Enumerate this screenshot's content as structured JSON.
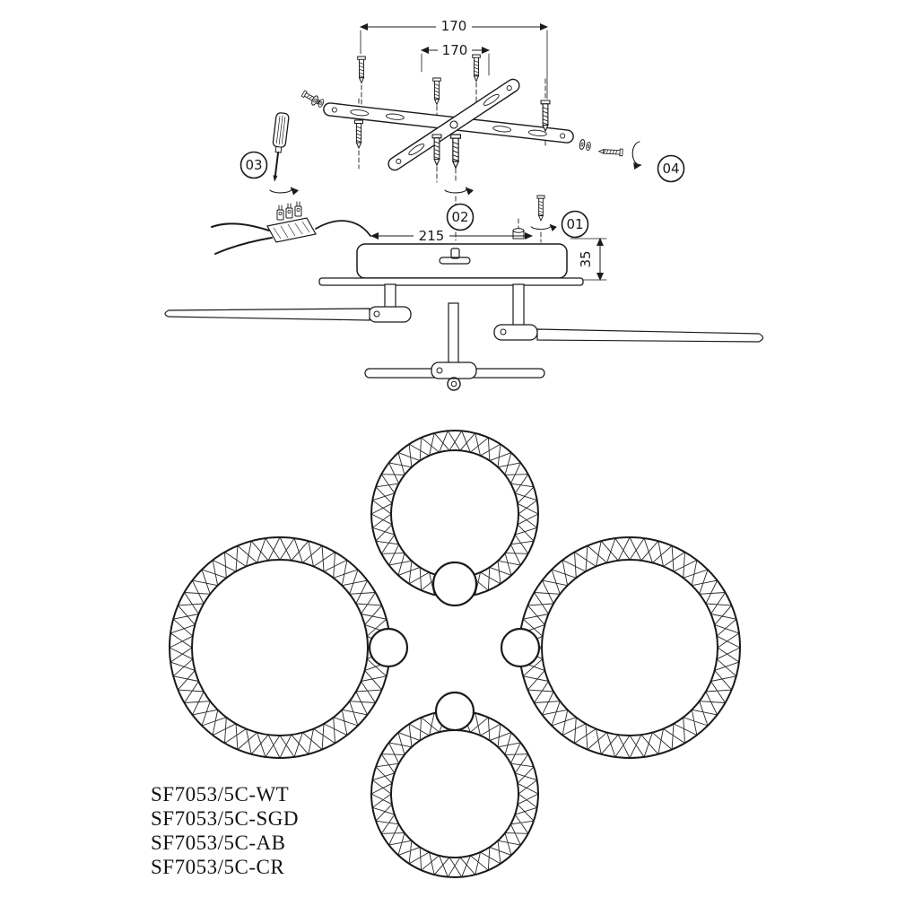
{
  "diagram": {
    "dimensions": {
      "bracket_width": "170",
      "bracket_inner": "170",
      "base_width": "215",
      "base_height": "35"
    },
    "callouts": {
      "c01": "01",
      "c02": "02",
      "c03": "03",
      "c04": "04"
    }
  },
  "models": {
    "line1": "SF7053/5C-WT",
    "line2": "SF7053/5C-SGD",
    "line3": "SF7053/5C-AB",
    "line4": "SF7053/5C-CR"
  },
  "colors": {
    "ink": "#1a1a1a",
    "background": "#ffffff"
  }
}
